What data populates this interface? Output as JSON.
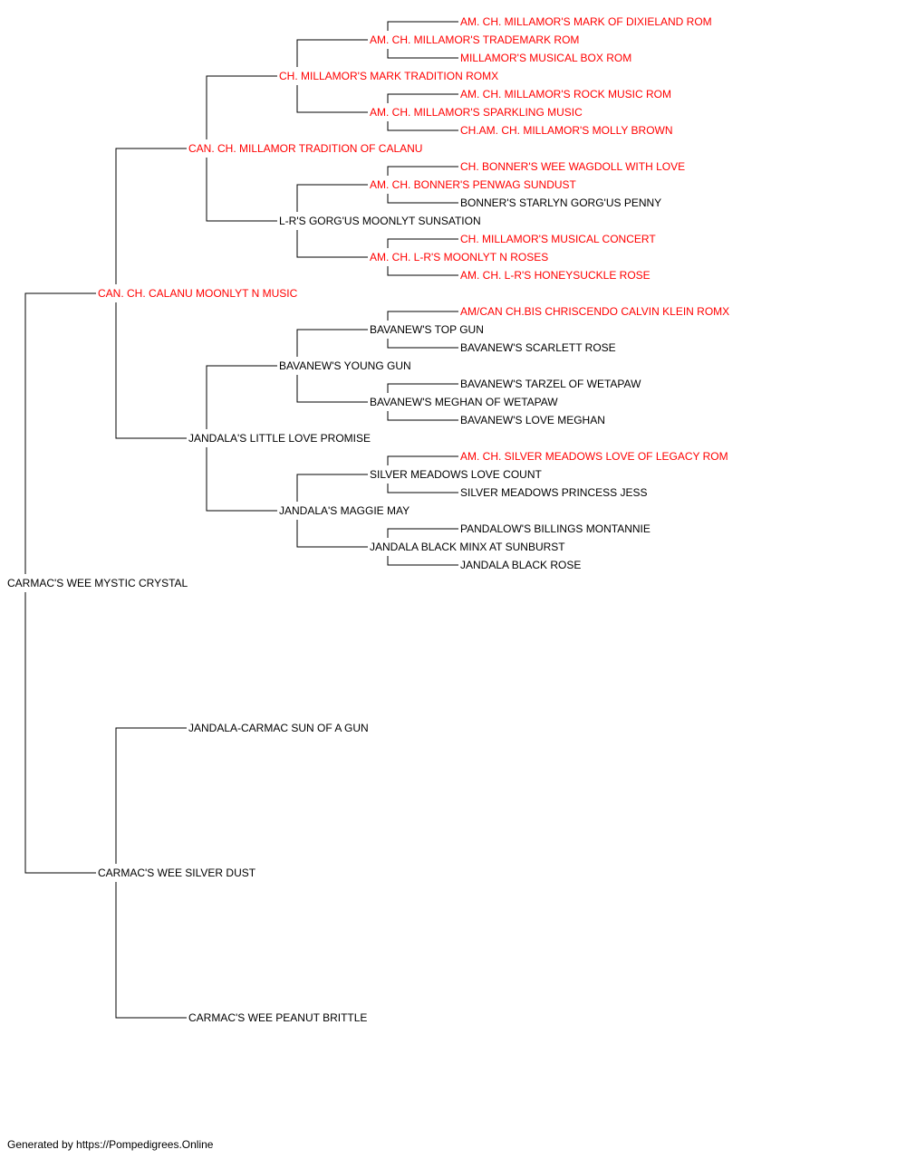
{
  "colors": {
    "champion": "#ff0000",
    "regular": "#000000",
    "lines": "#000000",
    "background": "#ffffff"
  },
  "pedigree": {
    "name": "CARMAC'S WEE MYSTIC CRYSTAL",
    "champion": false,
    "sire": {
      "name": "CAN. CH. CALANU MOONLYT N MUSIC",
      "champion": true,
      "sire": {
        "name": "CAN. CH. MILLAMOR TRADITION OF CALANU",
        "champion": true,
        "sire": {
          "name": "CH. MILLAMOR'S MARK TRADITION ROMX",
          "champion": true,
          "sire": {
            "name": "AM. CH. MILLAMOR'S TRADEMARK ROM",
            "champion": true,
            "sire": {
              "name": "AM. CH. MILLAMOR'S MARK OF DIXIELAND ROM",
              "champion": true
            },
            "dam": {
              "name": "MILLAMOR'S MUSICAL BOX ROM",
              "champion": true
            }
          },
          "dam": {
            "name": "AM. CH. MILLAMOR'S SPARKLING MUSIC",
            "champion": true,
            "sire": {
              "name": "AM. CH. MILLAMOR'S ROCK MUSIC ROM",
              "champion": true
            },
            "dam": {
              "name": "CH.AM. CH. MILLAMOR'S MOLLY BROWN",
              "champion": true
            }
          }
        },
        "dam": {
          "name": "L-R'S GORG'US MOONLYT SUNSATION",
          "champion": false,
          "sire": {
            "name": "AM. CH. BONNER'S PENWAG SUNDUST",
            "champion": true,
            "sire": {
              "name": "CH. BONNER'S WEE WAGDOLL WITH LOVE",
              "champion": true
            },
            "dam": {
              "name": "BONNER'S STARLYN GORG'US PENNY",
              "champion": false
            }
          },
          "dam": {
            "name": "AM. CH. L-R'S MOONLYT N ROSES",
            "champion": true,
            "sire": {
              "name": "CH. MILLAMOR'S MUSICAL CONCERT",
              "champion": true
            },
            "dam": {
              "name": "AM. CH. L-R'S HONEYSUCKLE ROSE",
              "champion": true
            }
          }
        }
      },
      "dam": {
        "name": "JANDALA'S LITTLE LOVE PROMISE",
        "champion": false,
        "sire": {
          "name": "BAVANEW'S YOUNG GUN",
          "champion": false,
          "sire": {
            "name": "BAVANEW'S TOP GUN",
            "champion": false,
            "sire": {
              "name": "AM/CAN CH.BIS CHRISCENDO CALVIN KLEIN ROMX",
              "champion": true
            },
            "dam": {
              "name": "BAVANEW'S SCARLETT ROSE",
              "champion": false
            }
          },
          "dam": {
            "name": "BAVANEW'S MEGHAN OF WETAPAW",
            "champion": false,
            "sire": {
              "name": "BAVANEW'S TARZEL OF WETAPAW",
              "champion": false
            },
            "dam": {
              "name": "BAVANEW'S LOVE MEGHAN",
              "champion": false
            }
          }
        },
        "dam": {
          "name": "JANDALA'S MAGGIE MAY",
          "champion": false,
          "sire": {
            "name": "SILVER MEADOWS LOVE COUNT",
            "champion": false,
            "sire": {
              "name": "AM. CH. SILVER MEADOWS LOVE OF LEGACY ROM",
              "champion": true
            },
            "dam": {
              "name": "SILVER MEADOWS PRINCESS JESS",
              "champion": false
            }
          },
          "dam": {
            "name": "JANDALA BLACK MINX AT SUNBURST",
            "champion": false,
            "sire": {
              "name": "PANDALOW'S BILLINGS MONTANNIE",
              "champion": false
            },
            "dam": {
              "name": "JANDALA BLACK ROSE",
              "champion": false
            }
          }
        }
      }
    },
    "dam": {
      "name": "CARMAC'S WEE SILVER DUST",
      "champion": false,
      "sire": {
        "name": "JANDALA-CARMAC SUN OF A GUN",
        "champion": false
      },
      "dam": {
        "name": "CARMAC'S WEE PEANUT BRITTLE",
        "champion": false
      }
    }
  },
  "footer": {
    "text": "Generated by https://Pompedigrees.Online"
  }
}
